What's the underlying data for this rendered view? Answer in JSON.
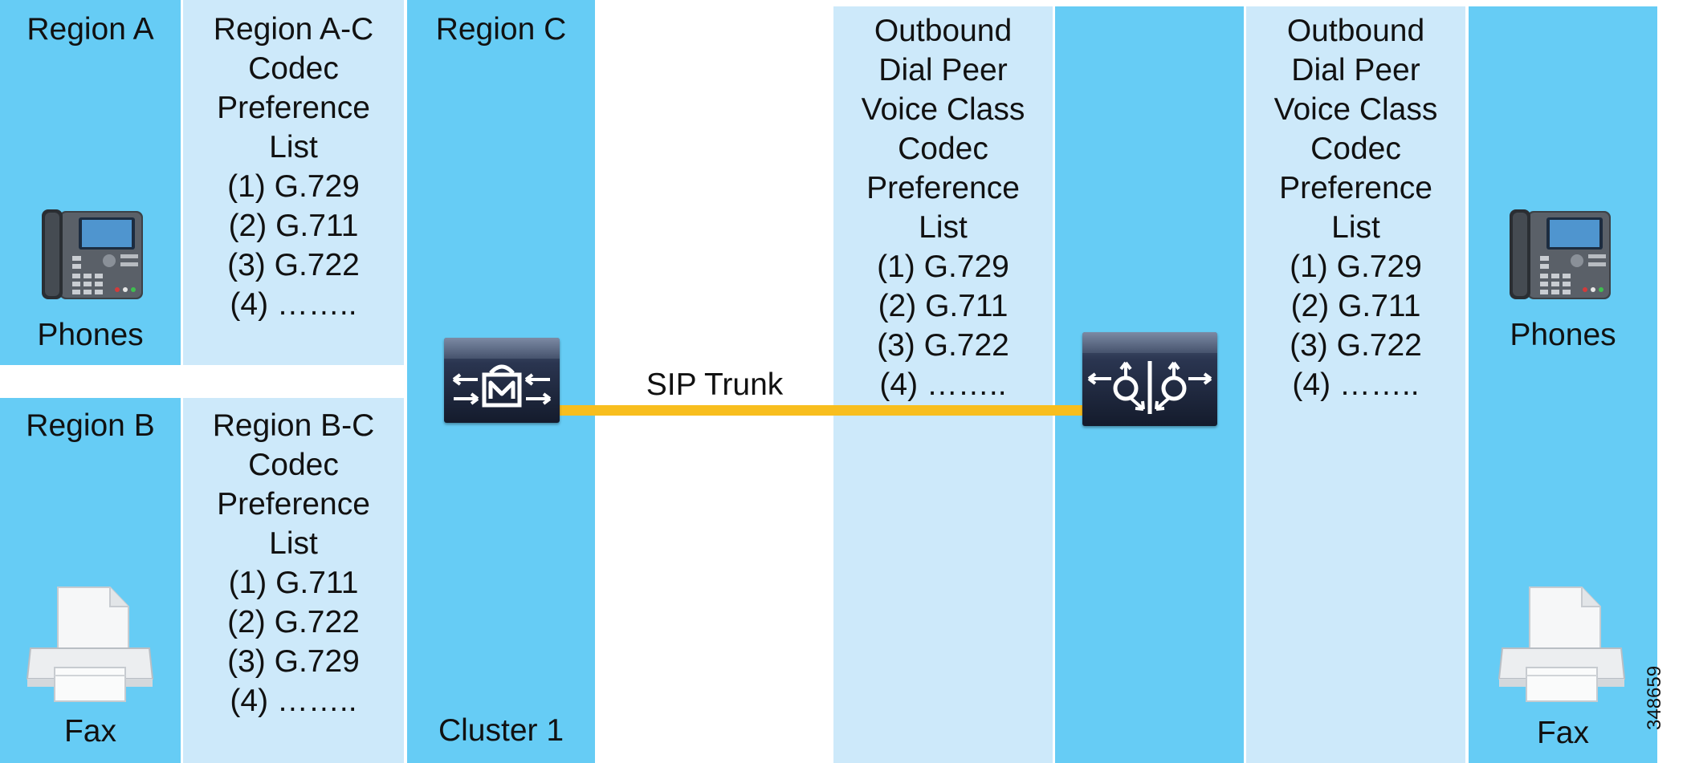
{
  "left": {
    "region_a": {
      "title": "Region A",
      "device_label": "Phones",
      "device_icon": "ip-phone-icon"
    },
    "region_ac": {
      "lines": [
        "Region A-C",
        "Codec",
        "Preference",
        "List",
        "(1) G.729",
        "(2) G.711",
        "(3) G.722",
        "(4) …….."
      ]
    },
    "region_b": {
      "title": "Region B",
      "device_label": "Fax",
      "device_icon": "fax-machine-icon"
    },
    "region_bc": {
      "lines": [
        "Region B-C",
        "Codec",
        "Preference",
        "List",
        "(1) G.711",
        "(2) G.722",
        "(3) G.729",
        "(4) …….."
      ]
    },
    "region_c": {
      "title": "Region C",
      "footer": "Cluster 1",
      "device_icon": "call-manager-icon"
    }
  },
  "trunk": {
    "label": "SIP Trunk",
    "color": "#f8be1e"
  },
  "gateway": {
    "device_icon": "voice-gateway-router-icon"
  },
  "outbound_1": {
    "lines": [
      "Outbound",
      "Dial Peer",
      "Voice Class",
      "Codec",
      "Preference",
      "List",
      "(1) G.729",
      "(2) G.711",
      "(3) G.722",
      "(4) …….."
    ]
  },
  "outbound_2": {
    "lines": [
      "Outbound",
      "Dial Peer",
      "Voice Class",
      "Codec",
      "Preference",
      "List",
      "(1) G.729",
      "(2) G.711",
      "(3) G.722",
      "(4) …….."
    ]
  },
  "right": {
    "phones_label": "Phones",
    "phones_icon": "ip-phone-icon",
    "fax_label": "Fax",
    "fax_icon": "fax-machine-icon"
  },
  "figure_id": "348659",
  "colors": {
    "dark_panel": "#66ccf5",
    "light_panel": "#cde9fa",
    "device_body": "#1c2438"
  }
}
